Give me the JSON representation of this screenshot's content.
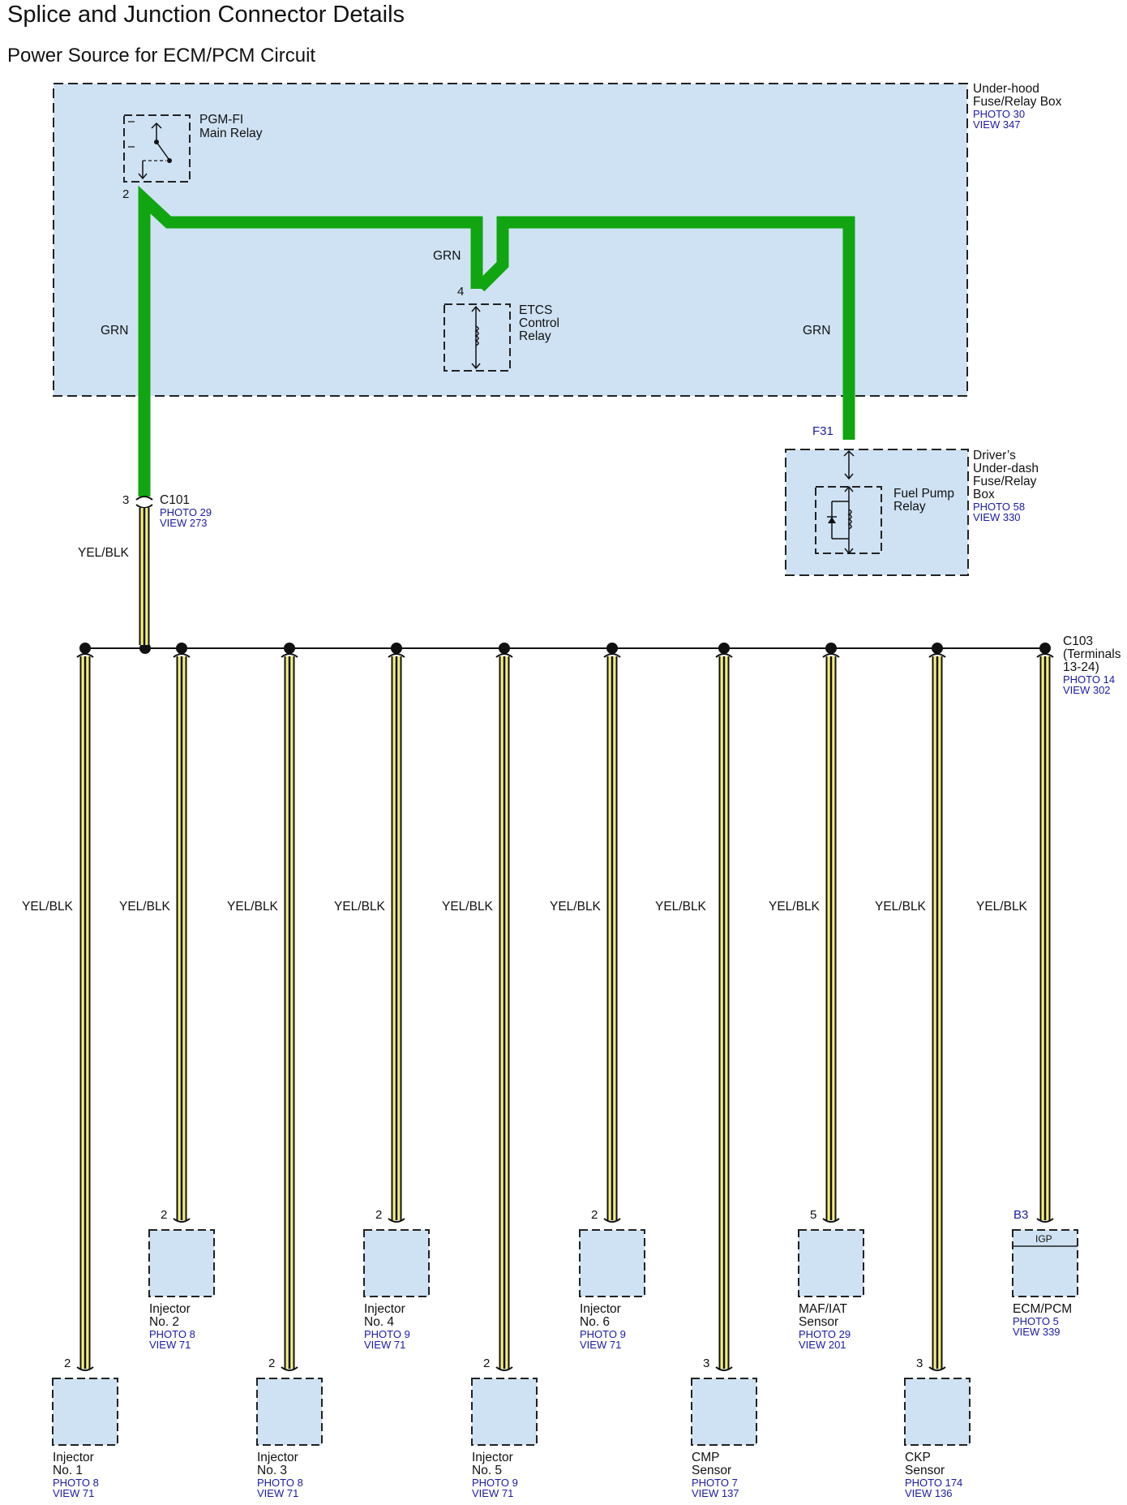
{
  "title": "Splice and Junction Connector Details",
  "subtitle": "Power Source for ECM/PCM Circuit",
  "colors": {
    "box_fill": "#cfe2f3",
    "green_wire": "#11a511",
    "yel_blk_wire_yellow": "#f2ee7a",
    "reference_text": "#1a1aa8"
  },
  "underhood_box": {
    "label_line1": "Under-hood",
    "label_line2": "Fuse/Relay Box",
    "photo": "PHOTO 30",
    "view": "VIEW 347"
  },
  "pgmfi_relay": {
    "label_line1": "PGM-FI",
    "label_line2": "Main Relay",
    "pin": "2"
  },
  "etcs_relay": {
    "label_line1": "ETCS",
    "label_line2": "Control",
    "label_line3": "Relay",
    "pin": "4"
  },
  "wire_labels": {
    "grn": "GRN",
    "yel_blk": "YEL/BLK"
  },
  "c101": {
    "name": "C101",
    "pin": "3",
    "photo": "PHOTO 29",
    "view": "VIEW 273"
  },
  "f31": "F31",
  "driver_box": {
    "label_line1": "Driver’s",
    "label_line2": "Under-dash",
    "label_line3": "Fuse/Relay",
    "label_line4": "Box",
    "photo": "PHOTO 58",
    "view": "VIEW 330"
  },
  "fuel_pump_relay": {
    "label_line1": "Fuel Pump",
    "label_line2": "Relay"
  },
  "c103": {
    "label_line1": "C103",
    "label_line2": "(Terminals",
    "label_line3": "13-24)",
    "photo": "PHOTO 14",
    "view": "VIEW 302"
  },
  "components": [
    {
      "id": "injector-1",
      "line1": "Injector",
      "line2": "No. 1",
      "photo": "PHOTO 8",
      "view": "VIEW 71",
      "pin": "2",
      "row": "low"
    },
    {
      "id": "injector-2",
      "line1": "Injector",
      "line2": "No. 2",
      "photo": "PHOTO 8",
      "view": "VIEW 71",
      "pin": "2",
      "row": "high"
    },
    {
      "id": "injector-3",
      "line1": "Injector",
      "line2": "No. 3",
      "photo": "PHOTO 8",
      "view": "VIEW 71",
      "pin": "2",
      "row": "low"
    },
    {
      "id": "injector-4",
      "line1": "Injector",
      "line2": "No. 4",
      "photo": "PHOTO 9",
      "view": "VIEW 71",
      "pin": "2",
      "row": "high"
    },
    {
      "id": "injector-5",
      "line1": "Injector",
      "line2": "No. 5",
      "photo": "PHOTO 9",
      "view": "VIEW 71",
      "pin": "2",
      "row": "low"
    },
    {
      "id": "injector-6",
      "line1": "Injector",
      "line2": "No. 6",
      "photo": "PHOTO 9",
      "view": "VIEW 71",
      "pin": "2",
      "row": "high"
    },
    {
      "id": "cmp-sensor",
      "line1": "CMP",
      "line2": "Sensor",
      "photo": "PHOTO 7",
      "view": "VIEW 137",
      "pin": "3",
      "row": "low"
    },
    {
      "id": "maf-iat-sensor",
      "line1": "MAF/IAT",
      "line2": "Sensor",
      "photo": "PHOTO 29",
      "view": "VIEW 201",
      "pin": "5",
      "row": "high"
    },
    {
      "id": "ckp-sensor",
      "line1": "CKP",
      "line2": "Sensor",
      "photo": "PHOTO 174",
      "view": "VIEW 136",
      "pin": "3",
      "row": "low"
    },
    {
      "id": "ecm-pcm",
      "line1": "ECM/PCM",
      "line2": "",
      "photo": "PHOTO 5",
      "view": "VIEW 339",
      "pin": "B3",
      "terminal": "IGP",
      "row": "high"
    }
  ]
}
